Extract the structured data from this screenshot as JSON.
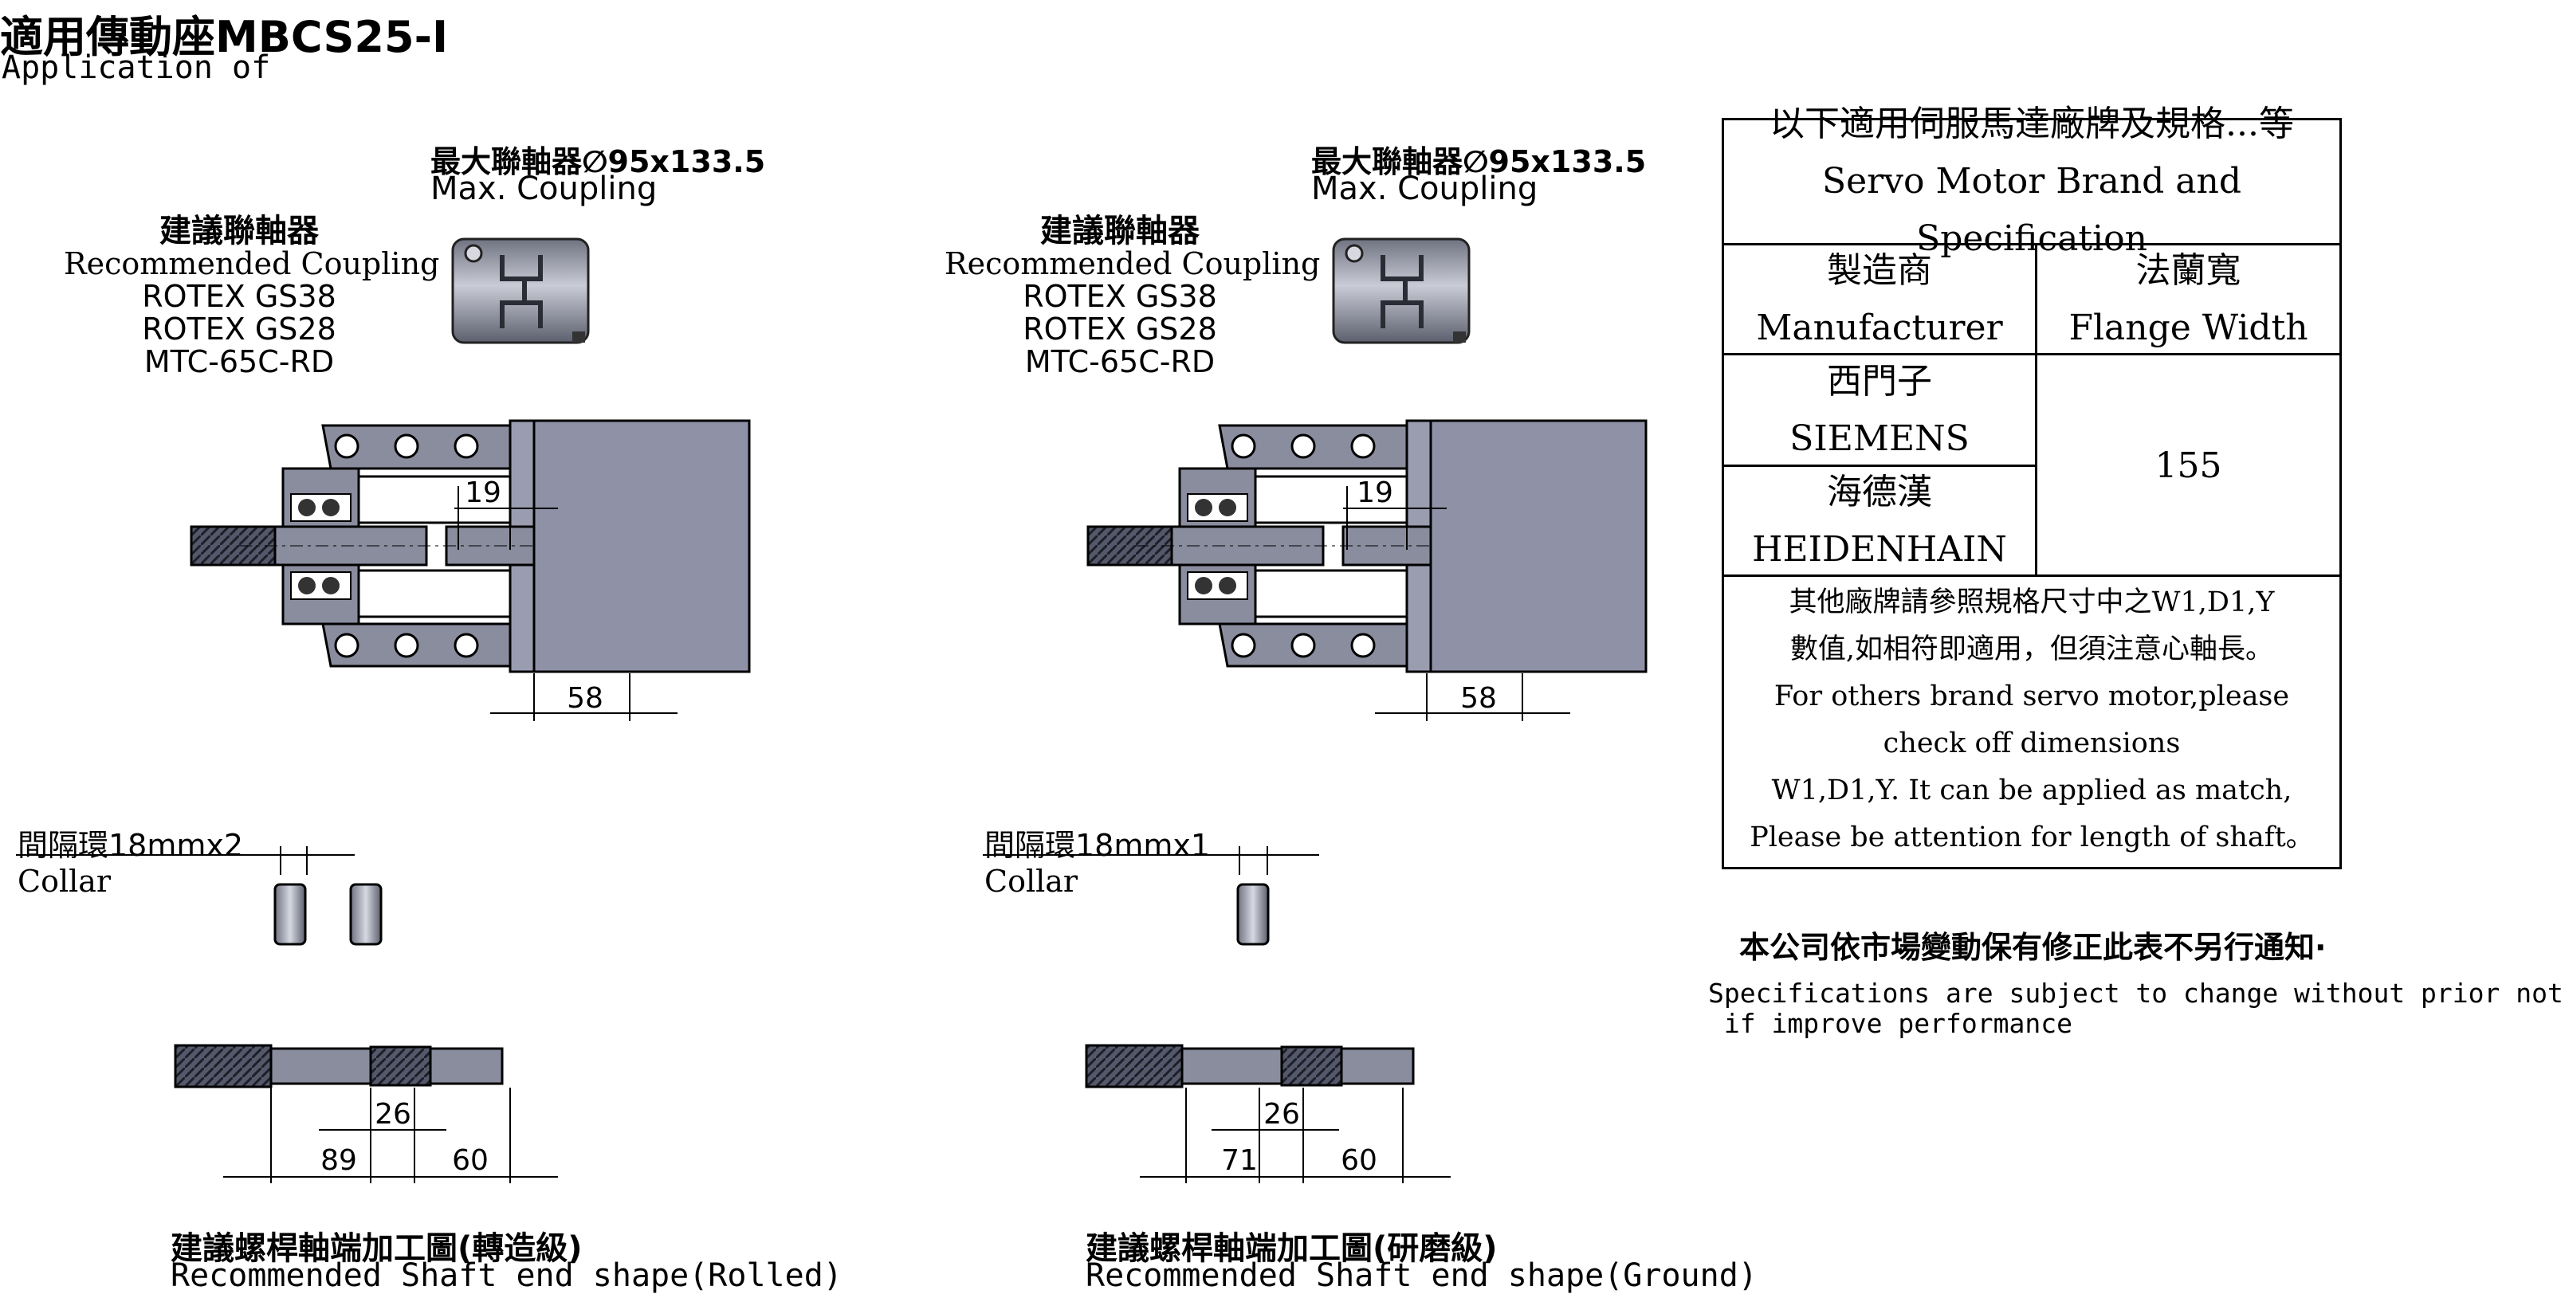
{
  "title": {
    "cn": "適用傳動座MBCS25-I",
    "en": "Application of"
  },
  "left": {
    "max_coupling_cn": "最大聯軸器∅95x133.5",
    "max_coupling_en": "Max. Coupling",
    "rec_coupling_cn": "建議聯軸器",
    "rec_coupling_en": "Recommended Coupling",
    "couplings": [
      "ROTEX GS38",
      "ROTEX GS28",
      "MTC-65C-RD"
    ],
    "dim_19": "19",
    "dim_58": "58",
    "collar_cn": "間隔環18mmx2",
    "collar_en": "Collar",
    "dim_26": "26",
    "dim_89": "89",
    "dim_60": "60",
    "shaft_cn": "建議螺桿軸端加工圖(轉造級)",
    "shaft_en": "Recommended Shaft end shape(Rolled)"
  },
  "right": {
    "max_coupling_cn": "最大聯軸器∅95x133.5",
    "max_coupling_en": "Max. Coupling",
    "rec_coupling_cn": "建議聯軸器",
    "rec_coupling_en": "Recommended Coupling",
    "couplings": [
      "ROTEX GS38",
      "ROTEX GS28",
      "MTC-65C-RD"
    ],
    "dim_19": "19",
    "dim_58": "58",
    "collar_cn": "間隔環18mmx1",
    "collar_en": "Collar",
    "dim_26": "26",
    "dim_71": "71",
    "dim_60": "60",
    "shaft_cn": "建議螺桿軸端加工圖(研磨級)",
    "shaft_en": "Recommended Shaft end shape(Ground)"
  },
  "spec_table": {
    "header_cn": "以下適用伺服馬達廠牌及規格...等",
    "header_en": "Servo Motor Brand and Specification",
    "col1_cn": "製造商",
    "col1_en": "Manufacturer",
    "col2_cn": "法蘭寬",
    "col2_en": "Flange Width",
    "rows": [
      {
        "cn": "西門子",
        "en": "SIEMENS"
      },
      {
        "cn": "海德漢",
        "en": "HEIDENHAIN"
      }
    ],
    "flange_value": "155",
    "note_lines": [
      "其他廠牌請參照規格尺寸中之W1,D1,Y",
      "數值,如相符即適用，但須注意心軸長。",
      "For others brand servo motor,please",
      "check off dimensions",
      "W1,D1,Y. It can be applied as match,",
      "Please be attention for length of shaft。"
    ]
  },
  "notice": {
    "cn": "本公司依市場變動保有修正此表不另行通知·",
    "en1": "Specifications are subject to change without prior notice",
    "en2": " if improve performance"
  },
  "colors": {
    "part_fill": "#8a8d9e",
    "motor_fill": "#8f92a7",
    "line": "#000000"
  }
}
